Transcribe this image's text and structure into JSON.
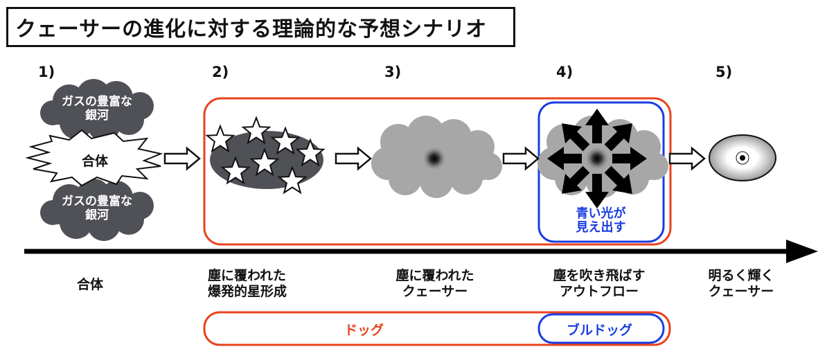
{
  "title": "クェーサーの進化に対する理論的な予想シナリオ",
  "steps": [
    {
      "num": "1)",
      "caption_line1": "合体",
      "caption_line2": ""
    },
    {
      "num": "2)",
      "caption_line1": "塵に覆われた",
      "caption_line2": "爆発的星形成"
    },
    {
      "num": "3)",
      "caption_line1": "塵に覆われた",
      "caption_line2": "クェーサー"
    },
    {
      "num": "4)",
      "caption_line1": "塵を吹き飛ばす",
      "caption_line2": "アウトフロー"
    },
    {
      "num": "5)",
      "caption_line1": "明るく輝く",
      "caption_line2": "クェーサー"
    }
  ],
  "galaxy_clouds": {
    "top_line1": "ガスの豊富な",
    "top_line2": "銀河",
    "bottom_line1": "ガスの豊富な",
    "bottom_line2": "銀河"
  },
  "merge_label": "合体",
  "blue_light": {
    "line1": "青い光が",
    "line2": "見え出す"
  },
  "phases": {
    "dog": "ドッグ",
    "bulldog": "ブルドッグ"
  },
  "colors": {
    "red": "#e8421b",
    "blue": "#1a3de0",
    "dark_gray": "#4f5156",
    "mid_gray": "#a7a7a7"
  }
}
